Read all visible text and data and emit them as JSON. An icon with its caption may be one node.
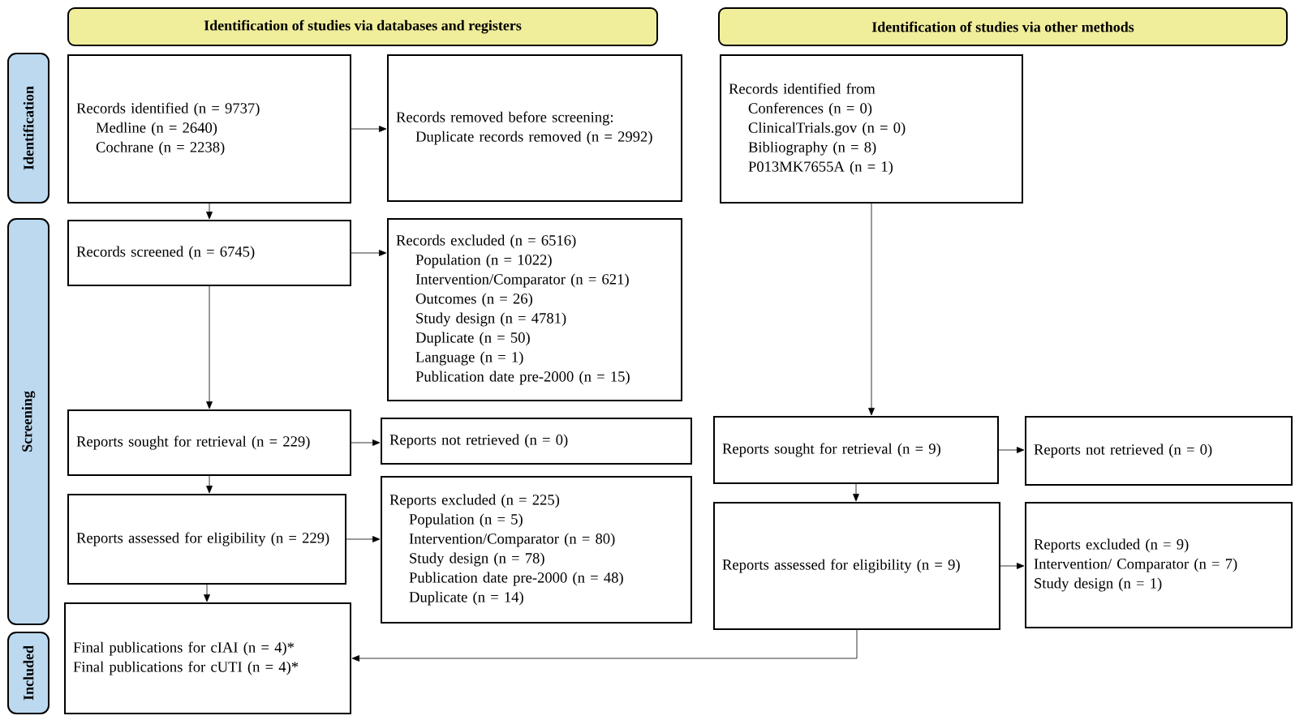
{
  "diagram": {
    "nodes": [
      {
        "text": [
          "Identification of studies via databases and registers"
        ]
      },
      {
        "text": [
          "Identification of studies via other methods"
        ]
      },
      {
        "text": [
          "Identification"
        ]
      },
      {
        "text": [
          "Screening"
        ]
      },
      {
        "text": [
          "Included"
        ]
      },
      {
        "text": [
          "Records identified (n = 9737)",
          "Medline (n = 2640)",
          "Cochrane (n = 2238)"
        ]
      },
      {
        "text": [
          "Records removed before screening:",
          "Duplicate records removed (n = 2992)"
        ]
      },
      {
        "text": [
          "Records screened (n = 6745)"
        ]
      },
      {
        "text": [
          "Records excluded (n = 6516)",
          "Population (n = 1022)",
          "Intervention/Comparator (n = 621)",
          "Outcomes (n = 26)",
          "Study design (n = 4781)",
          "Duplicate (n = 50)",
          "Language (n = 1)",
          "Publication date pre-2000 (n = 15)"
        ]
      },
      {
        "text": [
          "Reports sought for retrieval (n = 229)"
        ]
      },
      {
        "text": [
          "Reports not retrieved (n = 0)"
        ]
      },
      {
        "text": [
          "Reports assessed for eligibility (n = 229)"
        ]
      },
      {
        "text": [
          "Reports excluded (n = 225)",
          "Population (n = 5)",
          "Intervention/Comparator (n = 80)",
          "Study design (n = 78)",
          "Publication date pre-2000 (n = 48)",
          "Duplicate (n = 14)"
        ]
      },
      {
        "text": [
          "Final publications for cIAI (n = 4)*",
          "Final publications for cUTI (n = 4)*"
        ]
      },
      {
        "text": [
          "Records identified from",
          "Conferences (n = 0)",
          "ClinicalTrials.gov (n = 0)",
          "Bibliography (n = 8)",
          "P013MK7655A (n = 1)"
        ]
      },
      {
        "text": [
          "Reports sought for retrieval (n = 9)"
        ]
      },
      {
        "text": [
          "Reports not retrieved (n = 0)"
        ]
      },
      {
        "text": [
          "Reports assessed for eligibility (n = 9)"
        ]
      },
      {
        "text": [
          "Reports excluded (n = 9)",
          "Intervention/ Comparator (n = 7)",
          "Study design (n = 1)"
        ]
      }
    ],
    "edges": [
      {
        "from": 5,
        "to": 6,
        "arrow": "to"
      },
      {
        "from": 5,
        "to": 7,
        "arrow": "to"
      },
      {
        "from": 7,
        "to": 8,
        "arrow": "to"
      },
      {
        "from": 7,
        "to": 9,
        "arrow": "to"
      },
      {
        "from": 9,
        "to": 10,
        "arrow": "to"
      },
      {
        "from": 9,
        "to": 11,
        "arrow": "to"
      },
      {
        "from": 11,
        "to": 12,
        "arrow": "to"
      },
      {
        "from": 11,
        "to": 13,
        "arrow": "to"
      },
      {
        "from": 14,
        "to": 15,
        "arrow": "to"
      },
      {
        "from": 15,
        "to": 16,
        "arrow": "to"
      },
      {
        "from": 15,
        "to": 17,
        "arrow": "to"
      },
      {
        "from": 17,
        "to": 18,
        "arrow": "to"
      },
      {
        "from": 17,
        "to": 13,
        "arrow": "to"
      }
    ]
  }
}
